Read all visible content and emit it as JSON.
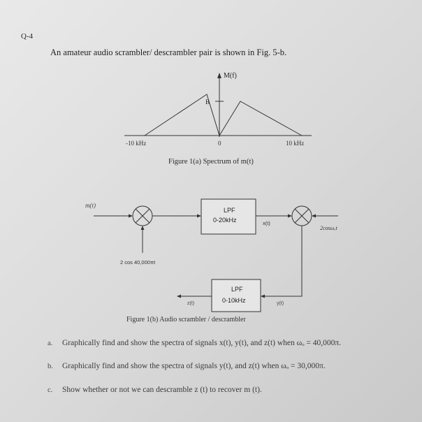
{
  "question_number": "Q-4",
  "intro": "An amateur audio scrambler/ descrambler pair is shown in Fig. 5-b.",
  "spectrum": {
    "axis_label": "M(f)",
    "b_label": "B",
    "left_tick": "-10 kHz",
    "zero_tick": "0",
    "right_tick": "10 kHz",
    "caption": "Figure 1(a) Spectrum of m(t)"
  },
  "block_diagram": {
    "input_label": "m(t)",
    "lpf1_title": "LPF",
    "lpf1_range": "0-20kHz",
    "x_label": "x(t)",
    "carrier2_label": "2cosωₒt",
    "carrier1_label": "2 cos 40,000πt",
    "lpf2_title": "LPF",
    "lpf2_range": "0-10kHz",
    "z_label": "z(t)",
    "y_label": "y(t)",
    "caption": "Figure 1(b) Audio scrambler / descrambler"
  },
  "questions": [
    {
      "letter": "a.",
      "text": "Graphically find and show the spectra of signals x(t), y(t), and z(t) when ωₒ = 40,000π."
    },
    {
      "letter": "b.",
      "text": "Graphically find and show the spectra of signals y(t), and z(t) when ωₒ = 30,000π."
    },
    {
      "letter": "c.",
      "text": "Show whether or not we can descramble z (t) to recover m (t)."
    }
  ]
}
